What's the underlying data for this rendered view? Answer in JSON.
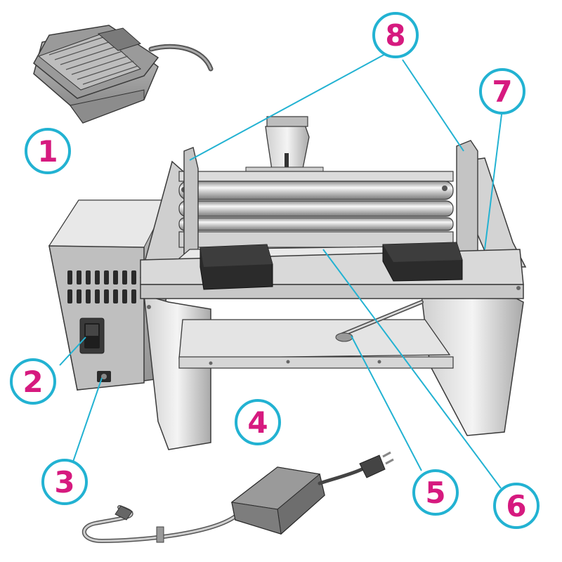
{
  "figure": {
    "description_hidden": "",
    "colors": {
      "callout_ring": "#22b2d2",
      "callout_number": "#d61a7f",
      "leader_line": "#22b2d2",
      "metal_light": "#e6e6e6",
      "metal_mid": "#bdbdbd",
      "metal_dark": "#6e6e6e",
      "black_part": "#2b2b2b",
      "outline": "#3a3a3a"
    },
    "callouts": [
      {
        "id": "1",
        "label": "1",
        "part": "foot-pedal"
      },
      {
        "id": "2",
        "label": "2",
        "part": "power-switch"
      },
      {
        "id": "3",
        "label": "3",
        "part": "power-jack"
      },
      {
        "id": "4",
        "label": "4",
        "part": "power-adapter"
      },
      {
        "id": "5",
        "label": "5",
        "part": "lower-tray-rod"
      },
      {
        "id": "6",
        "label": "6",
        "part": "feed-tray"
      },
      {
        "id": "7",
        "label": "7",
        "part": "right-side-plate"
      },
      {
        "id": "8",
        "label": "8",
        "part": "roll-guides"
      }
    ]
  }
}
